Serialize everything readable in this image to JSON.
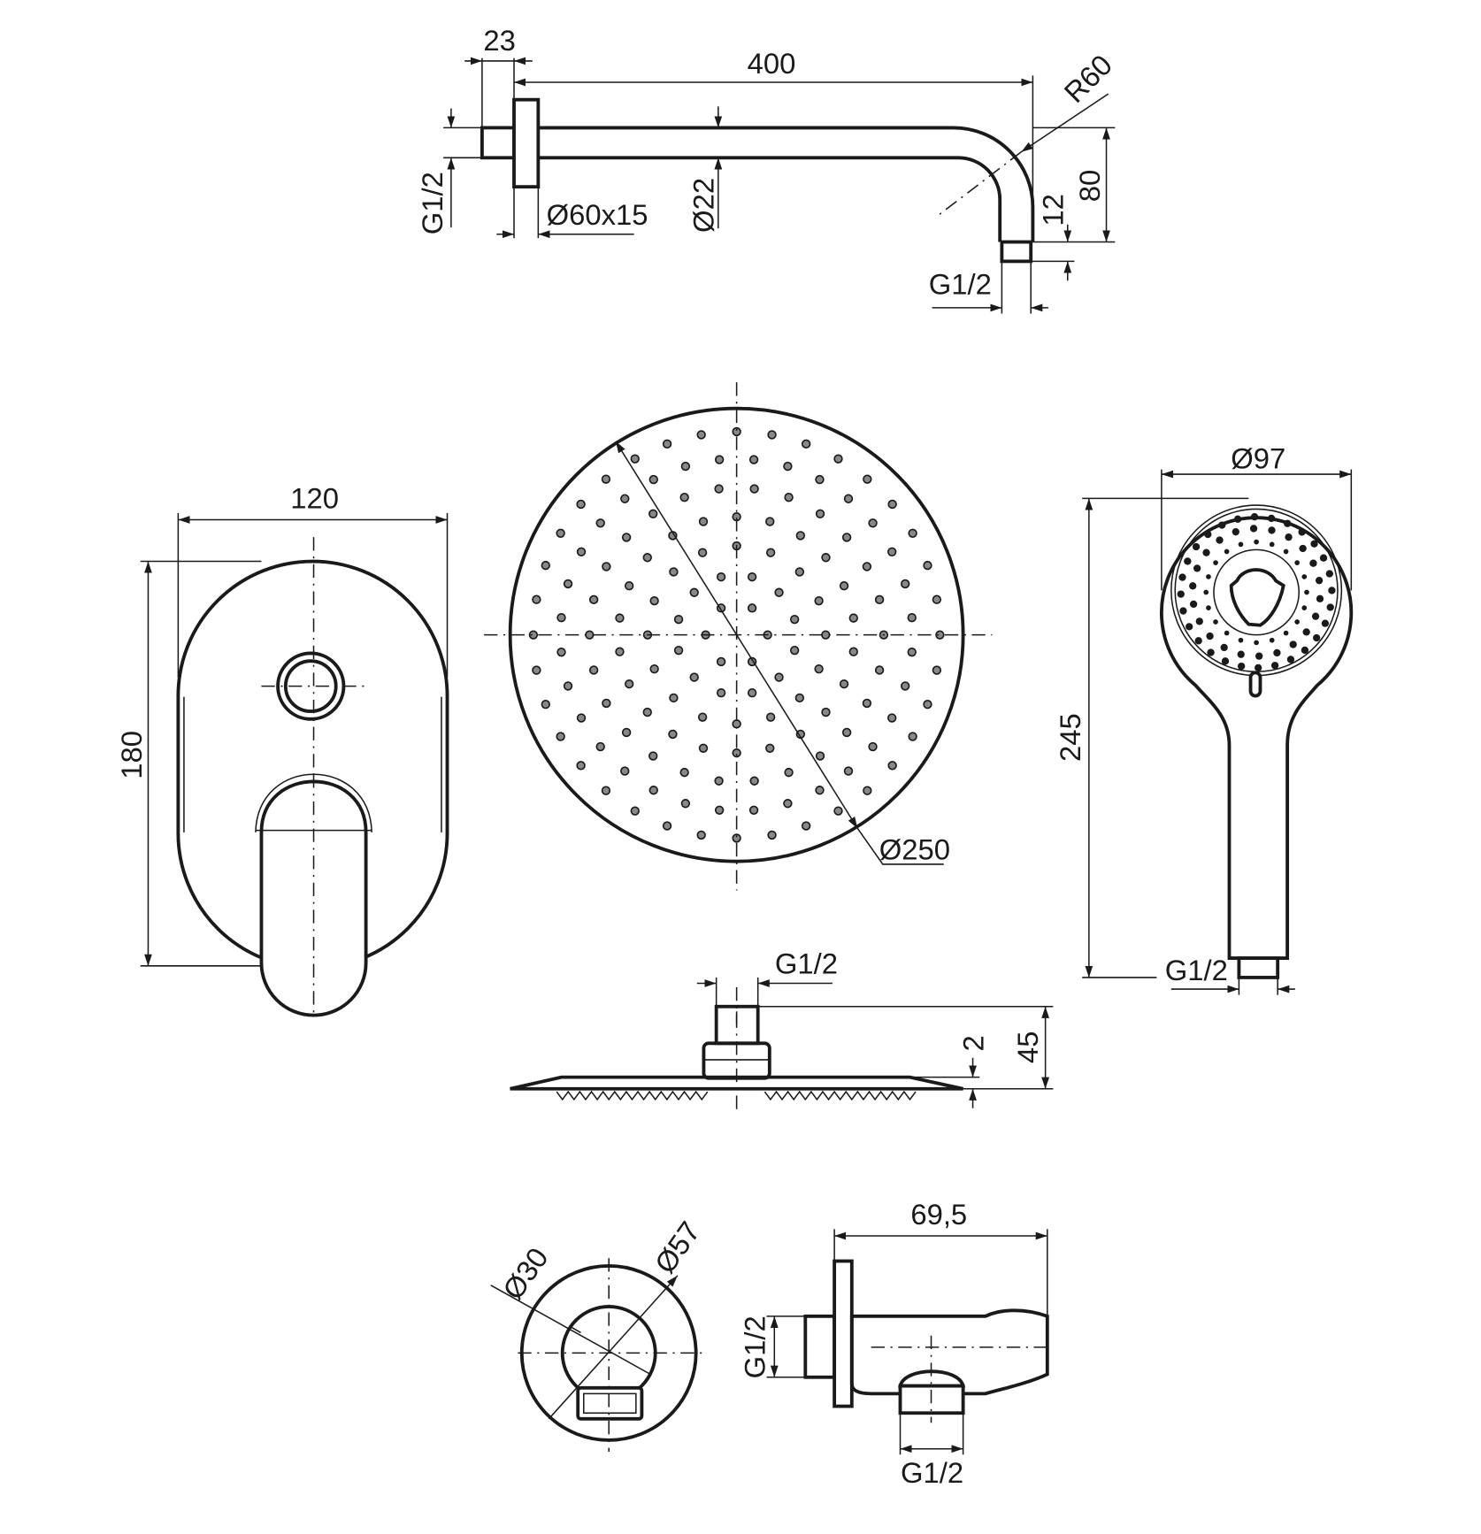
{
  "shower_arm": {
    "len_23": "23",
    "len_400": "400",
    "radius": "R60",
    "height_80": "80",
    "height_12": "12",
    "thread_left": "G1/2",
    "thread_bottom": "G1/2",
    "flange": "Ø60x15",
    "pipe_dia": "Ø22"
  },
  "mixer_plate": {
    "width": "120",
    "height": "180"
  },
  "rain_shower": {
    "diameter": "Ø250",
    "thread": "G1/2",
    "plate_thickness": "2",
    "height": "45"
  },
  "hand_shower": {
    "diameter": "Ø97",
    "length": "245",
    "thread": "G1/2"
  },
  "wall_outlet": {
    "dia_30": "Ø30",
    "dia_57": "Ø57",
    "depth": "69,5",
    "thread_inlet": "G1/2",
    "thread_outlet": "G1/2"
  },
  "colors": {
    "line": "#1a1a1a",
    "background": "#ffffff"
  }
}
